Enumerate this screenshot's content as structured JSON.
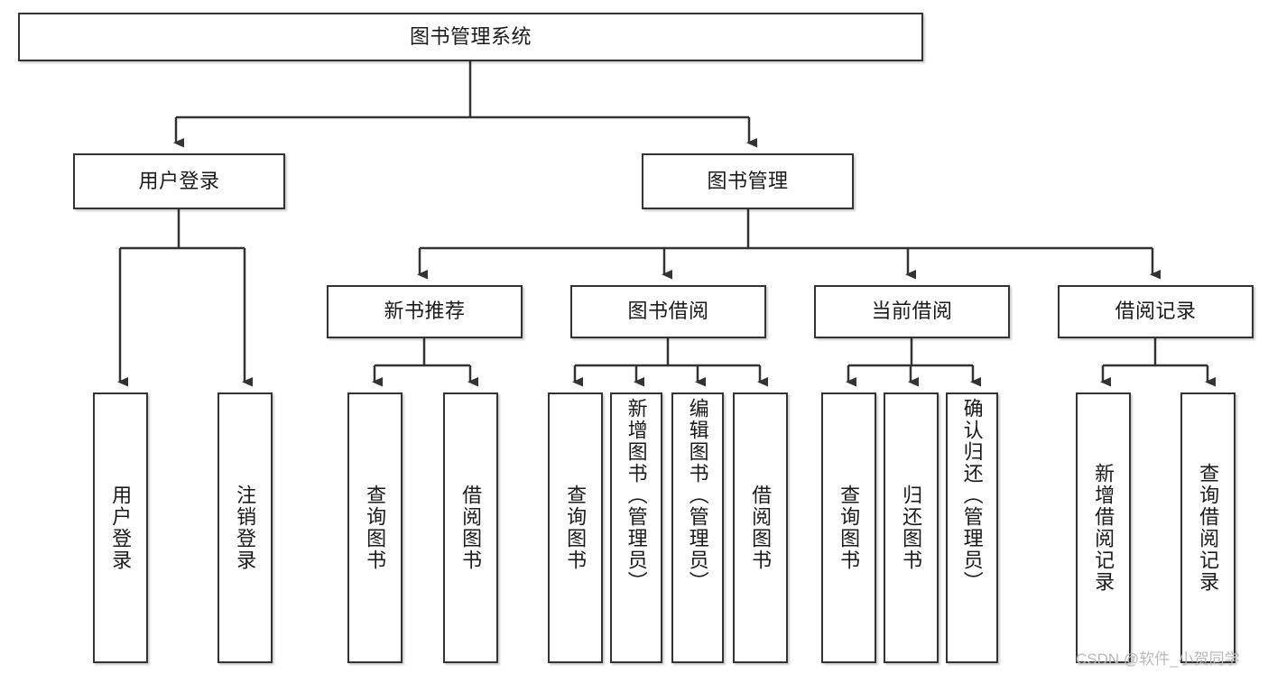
{
  "diagram": {
    "type": "tree-hierarchy",
    "title": "图书管理系统",
    "root": {
      "id": "root",
      "label": "图书管理系统"
    },
    "level2": [
      {
        "id": "user-login",
        "label": "用户登录"
      },
      {
        "id": "book-manage",
        "label": "图书管理"
      }
    ],
    "level3": [
      {
        "id": "new-book-recommend",
        "label": "新书推荐",
        "parent": "book-manage"
      },
      {
        "id": "book-borrow",
        "label": "图书借阅",
        "parent": "book-manage"
      },
      {
        "id": "current-borrow",
        "label": "当前借阅",
        "parent": "book-manage"
      },
      {
        "id": "borrow-record",
        "label": "借阅记录",
        "parent": "book-manage"
      }
    ],
    "leaves": [
      {
        "id": "leaf-user-login",
        "label": "用户登录",
        "parent": "user-login"
      },
      {
        "id": "leaf-logout",
        "label": "注销登录",
        "parent": "user-login"
      },
      {
        "id": "leaf-query-book-1",
        "label": "查询图书",
        "parent": "new-book-recommend"
      },
      {
        "id": "leaf-borrow-book-1",
        "label": "借阅图书",
        "parent": "new-book-recommend"
      },
      {
        "id": "leaf-query-book-2",
        "label": "查询图书",
        "parent": "book-borrow"
      },
      {
        "id": "leaf-add-book",
        "label": "新增图书（管理员）",
        "parent": "book-borrow"
      },
      {
        "id": "leaf-edit-book",
        "label": "编辑图书（管理员）",
        "parent": "book-borrow"
      },
      {
        "id": "leaf-borrow-book-2",
        "label": "借阅图书",
        "parent": "book-borrow"
      },
      {
        "id": "leaf-query-book-3",
        "label": "查询图书",
        "parent": "current-borrow"
      },
      {
        "id": "leaf-return-book",
        "label": "归还图书",
        "parent": "current-borrow"
      },
      {
        "id": "leaf-confirm-return",
        "label": "确认归还（管理员）",
        "parent": "current-borrow"
      },
      {
        "id": "leaf-add-record",
        "label": "新增借阅记录",
        "parent": "borrow-record"
      },
      {
        "id": "leaf-query-record",
        "label": "查询借阅记录",
        "parent": "borrow-record"
      }
    ]
  },
  "watermark": {
    "text": "CSDN @软件_小贺同学"
  },
  "colors": {
    "stroke": "#333333",
    "background": "#ffffff",
    "text": "#1a1a1a",
    "watermark": "#b8b8b8"
  }
}
